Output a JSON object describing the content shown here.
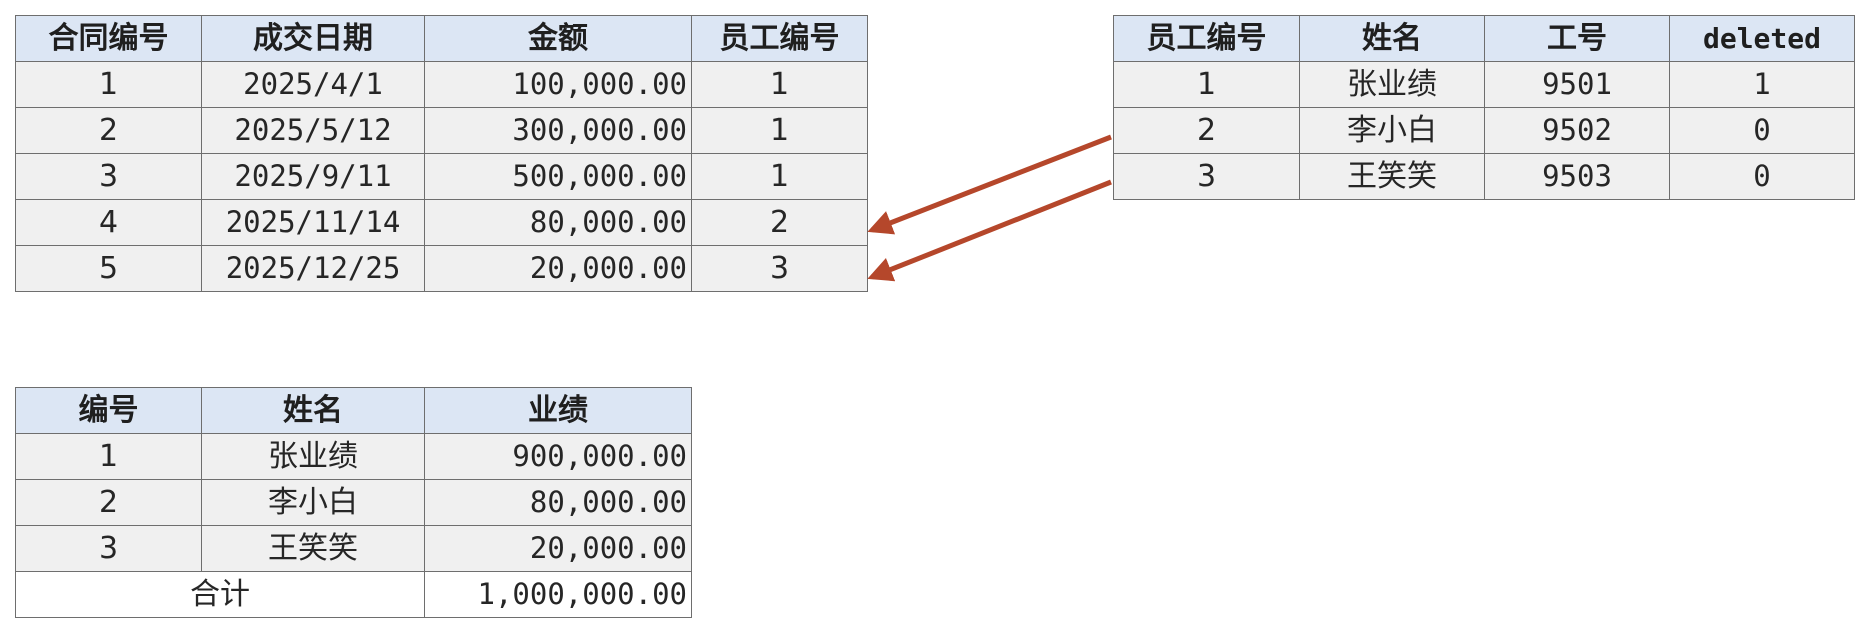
{
  "contracts_table": {
    "headers": [
      "合同编号",
      "成交日期",
      "金额",
      "员工编号"
    ],
    "rows": [
      [
        "1",
        "2025/4/1",
        "100,000.00",
        "1"
      ],
      [
        "2",
        "2025/5/12",
        "300,000.00",
        "1"
      ],
      [
        "3",
        "2025/9/11",
        "500,000.00",
        "1"
      ],
      [
        "4",
        "2025/11/14",
        "80,000.00",
        "2"
      ],
      [
        "5",
        "2025/12/25",
        "20,000.00",
        "3"
      ]
    ]
  },
  "employees_table": {
    "headers": [
      "员工编号",
      "姓名",
      "工号",
      "deleted"
    ],
    "rows": [
      [
        "1",
        "张业绩",
        "9501",
        "1"
      ],
      [
        "2",
        "李小白",
        "9502",
        "0"
      ],
      [
        "3",
        "王笑笑",
        "9503",
        "0"
      ]
    ]
  },
  "summary_table": {
    "headers": [
      "编号",
      "姓名",
      "业绩"
    ],
    "rows": [
      [
        "1",
        "张业绩",
        "900,000.00"
      ],
      [
        "2",
        "李小白",
        "80,000.00"
      ],
      [
        "3",
        "王笑笑",
        "20,000.00"
      ]
    ],
    "total_label": "合计",
    "total_value": "1,000,000.00"
  },
  "colors": {
    "header_bg": "#dce6f4",
    "cell_bg": "#f0f0f0",
    "border": "#6e6e6e",
    "arrow": "#b5472b"
  }
}
